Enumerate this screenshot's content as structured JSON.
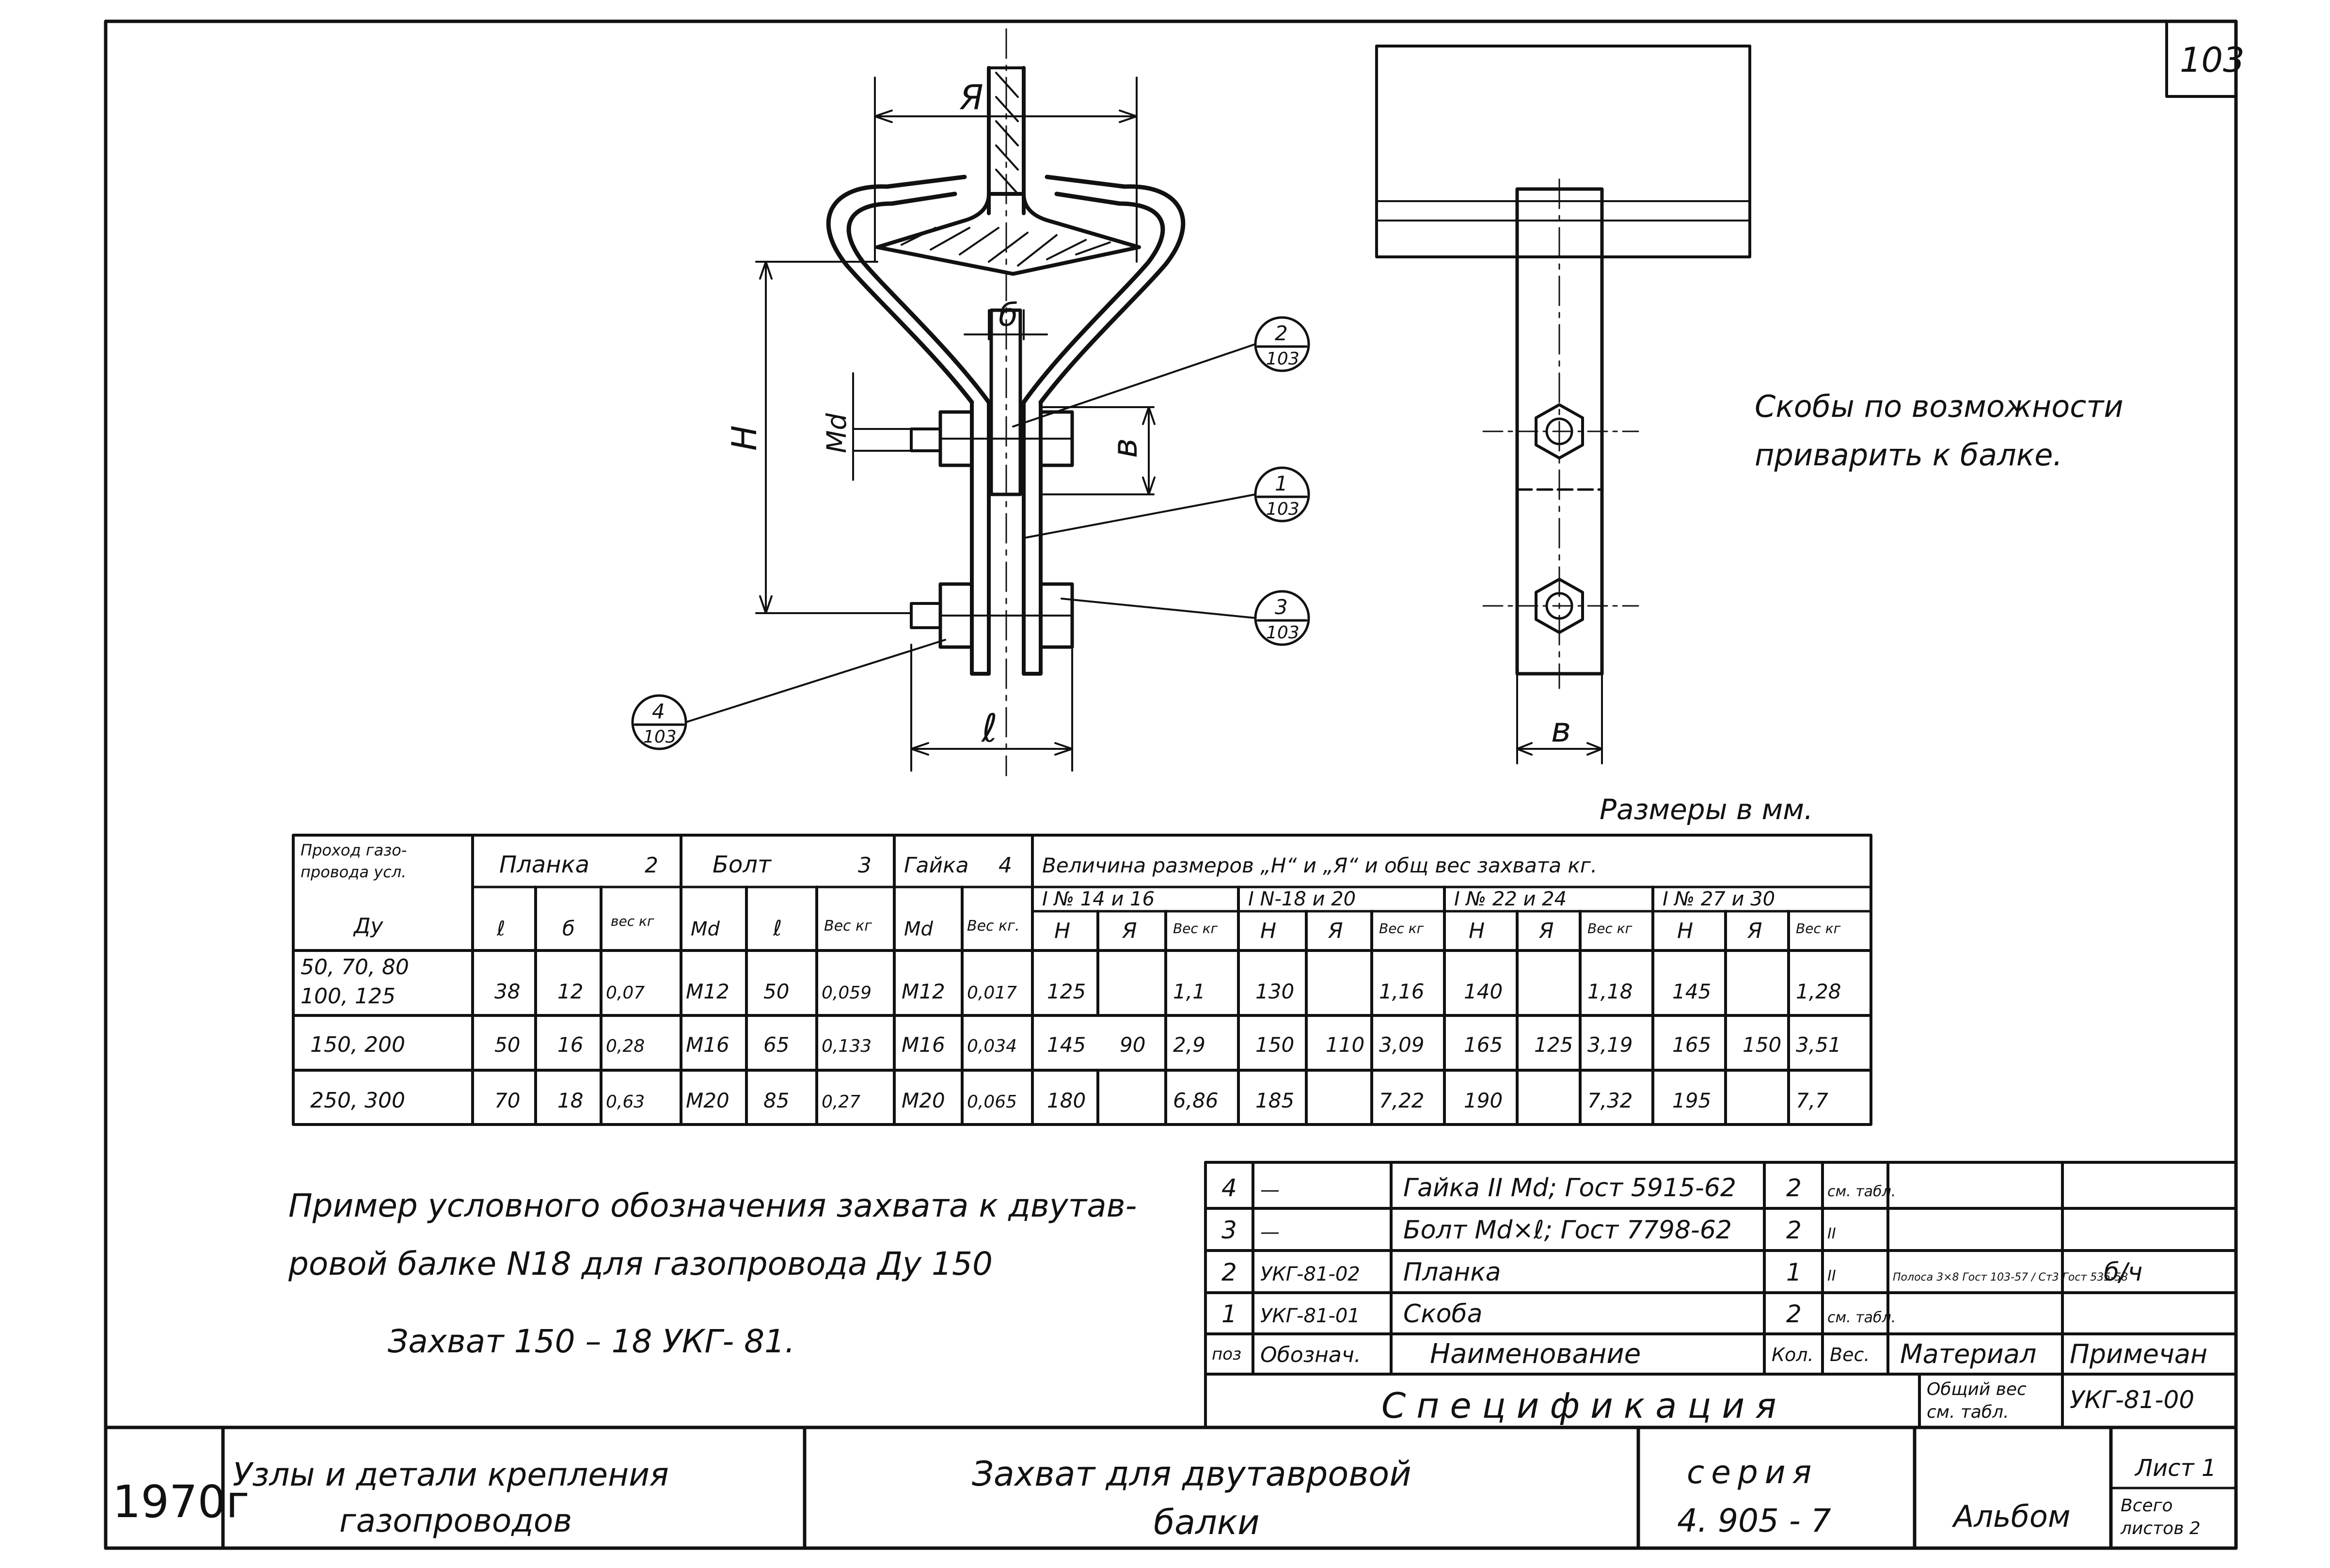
{
  "sheet": {
    "sheet_no": "103",
    "year": "1970г",
    "dims_note": "Размеры в мм.",
    "weld_note_1": "Скобы по возможности",
    "weld_note_2": "приварить к балке."
  },
  "drawing": {
    "dim_A": "Я",
    "dim_b": "б",
    "dim_H": "Н",
    "dim_md": "Мd",
    "dim_v": "в",
    "dim_l": "ℓ",
    "dim_v2": "в",
    "callouts": [
      {
        "num": "2",
        "ref": "103"
      },
      {
        "num": "1",
        "ref": "103"
      },
      {
        "num": "3",
        "ref": "103"
      },
      {
        "num": "4",
        "ref": "103"
      }
    ]
  },
  "size_table": {
    "h_passage_1": "Проход газо-",
    "h_passage_2": "провода усл.",
    "h_passage_3": "Ду",
    "h_plate": "Планка",
    "h_plate_num": "2",
    "h_bolt": "Болт",
    "h_bolt_num": "3",
    "h_nut": "Гайка",
    "h_nut_num": "4",
    "h_sizes": "Величина размеров „Н“ и „Я“ и общ вес захвата кг.",
    "beams": [
      "I № 14 и 16",
      "I N-18 и 20",
      "I № 22 и 24",
      "I № 27 и 30"
    ],
    "sub": [
      "ℓ",
      "б",
      "вес кг",
      "Мd",
      "ℓ",
      "Вес кг",
      "Мd",
      "Вес кг.",
      "Н",
      "Я",
      "Вес кг",
      "Н",
      "Я",
      "Вес кг",
      "Н",
      "Я",
      "Вес кг",
      "Н",
      "Я",
      "Вес кг"
    ],
    "rows": [
      {
        "du1": "50, 70, 80",
        "du2": "100, 125",
        "cells": [
          "38",
          "12",
          "0,07",
          "М12",
          "50",
          "0,059",
          "М12",
          "0,017",
          "125",
          "",
          "1,1",
          "130",
          "",
          "1,16",
          "140",
          "",
          "1,18",
          "145",
          "",
          "1,28"
        ]
      },
      {
        "du1": "150, 200",
        "du2": "",
        "cells": [
          "50",
          "16",
          "0,28",
          "М16",
          "65",
          "0,133",
          "М16",
          "0,034",
          "145",
          "90",
          "2,9",
          "150",
          "110",
          "3,09",
          "165",
          "125",
          "3,19",
          "165",
          "150",
          "3,51"
        ]
      },
      {
        "du1": "250, 300",
        "du2": "",
        "cells": [
          "70",
          "18",
          "0,63",
          "М20",
          "85",
          "0,27",
          "М20",
          "0,065",
          "180",
          "",
          "6,86",
          "185",
          "",
          "7,22",
          "190",
          "",
          "7,32",
          "195",
          "",
          "7,7"
        ]
      }
    ]
  },
  "example": {
    "line1": "Пример условного обозначения захвата к двутав-",
    "line2": "ровой балке N18 для газопровода Ду 150",
    "line3": "Захват   150 – 18   УКГ- 81."
  },
  "spec": {
    "rows": [
      {
        "pos": "4",
        "des": "—",
        "name": "Гайка II Мd; Гост 5915-62",
        "qty": "2",
        "w": "см. табл.",
        "mat": "",
        "note": ""
      },
      {
        "pos": "3",
        "des": "—",
        "name": "Болт Мd×ℓ; Гост 7798-62",
        "qty": "2",
        "w": "II",
        "mat": "",
        "note": ""
      },
      {
        "pos": "2",
        "des": "УКГ-81-02",
        "name": "Планка",
        "qty": "1",
        "w": "II",
        "mat": "Полоса 3×8 Гост 103-57 / Ст3 Гост 535-58",
        "note": "б/ч"
      },
      {
        "pos": "1",
        "des": "УКГ-81-01",
        "name": "Скоба",
        "qty": "2",
        "w": "см. табл.",
        "mat": "",
        "note": ""
      }
    ],
    "h_pos": "поз",
    "h_des": "Обознач.",
    "h_name": "Наименование",
    "h_qty": "Кол.",
    "h_w": "Вес.",
    "h_mat": "Материал",
    "h_note": "Примечан",
    "title": "Спецификация",
    "total_1": "Общий вес",
    "total_2": "см. табл.",
    "assembly": "УКГ-81-00"
  },
  "title_block": {
    "section_1": "Узлы и детали крепления",
    "section_2": "газопроводов",
    "name_1": "Захват для двутавровой",
    "name_2": "балки",
    "series_1": "серия",
    "series_2": "4. 905 - 7",
    "album": "Альбом",
    "sheet_1": "Лист 1",
    "total_sheets_1": "Всего",
    "total_sheets_2": "листов 2"
  }
}
